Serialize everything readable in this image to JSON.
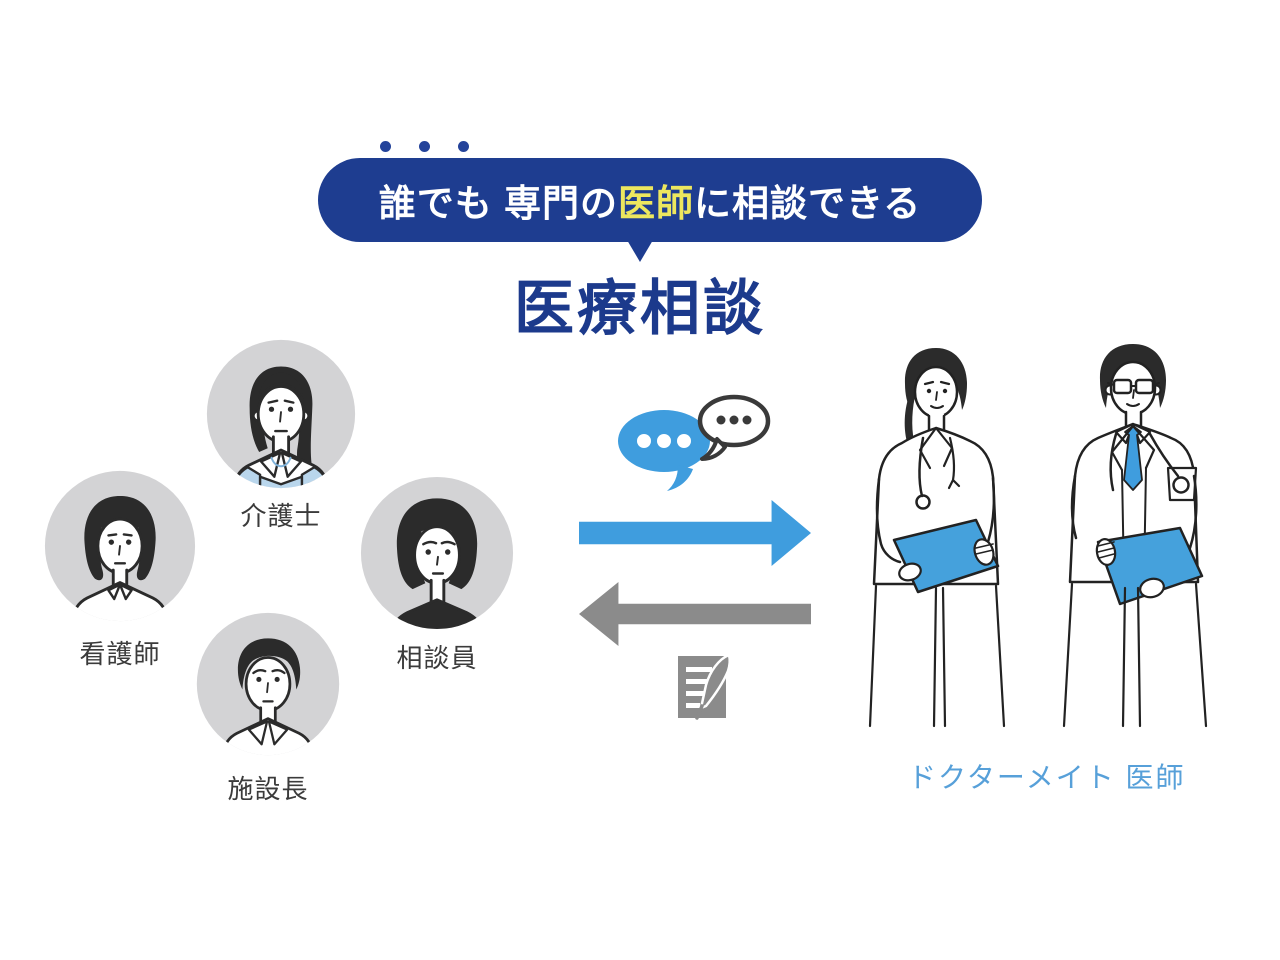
{
  "banner": {
    "text_before": "誰でも 専門の",
    "text_highlight": "医師",
    "text_after": "に相談できる"
  },
  "title": "医療相談",
  "staff": [
    {
      "id": "kaigoshi",
      "label": "介護士"
    },
    {
      "id": "kangoshi",
      "label": "看護師"
    },
    {
      "id": "soudanin",
      "label": "相談員"
    },
    {
      "id": "shisetsucho",
      "label": "施設長"
    }
  ],
  "doctors": {
    "label": "ドクターメイト 医師"
  },
  "icons": {
    "dots": "ellipsis-dots",
    "chat": "chat-bubbles-icon",
    "arrow_right": "arrow-right-icon",
    "arrow_left": "arrow-left-icon",
    "document": "document-pen-icon"
  },
  "colors": {
    "banner_navy": "#1e3d90",
    "title_navy": "#1c3a8c",
    "highlight_yellow": "#ede75e",
    "accent_blue": "#3f9dde",
    "clipboard_blue": "#45a1dc",
    "arrow_gray": "#8b8b8b",
    "avatar_gray": "#d3d3d5",
    "doctors_label_blue": "#57a0d9",
    "apron_blue": "#b9d6ec"
  }
}
